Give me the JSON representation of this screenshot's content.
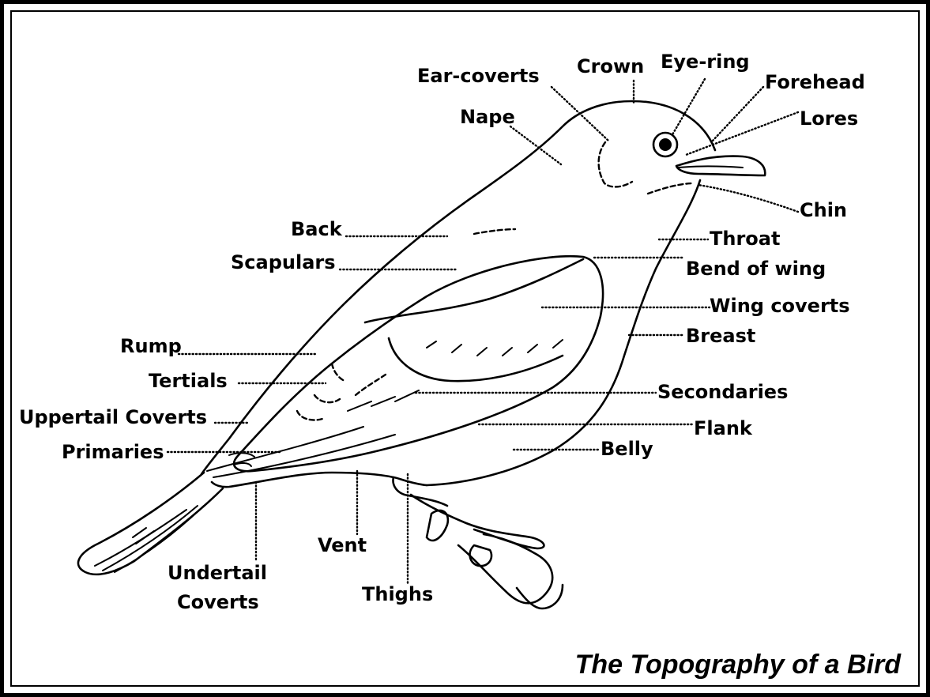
{
  "title": "The Topography of a Bird",
  "labels": {
    "ear_coverts": "Ear-coverts",
    "crown": "Crown",
    "eye_ring": "Eye-ring",
    "forehead": "Forehead",
    "lores": "Lores",
    "nape": "Nape",
    "chin": "Chin",
    "back": "Back",
    "throat": "Throat",
    "scapulars": "Scapulars",
    "bend_of_wing": "Bend of wing",
    "wing_coverts": "Wing coverts",
    "rump": "Rump",
    "breast": "Breast",
    "tertials": "Tertials",
    "secondaries": "Secondaries",
    "uppertail_coverts": "Uppertail Coverts",
    "flank": "Flank",
    "primaries": "Primaries",
    "belly": "Belly",
    "vent": "Vent",
    "undertail_coverts_1": "Undertail",
    "undertail_coverts_2": "Coverts",
    "thighs": "Thighs"
  }
}
